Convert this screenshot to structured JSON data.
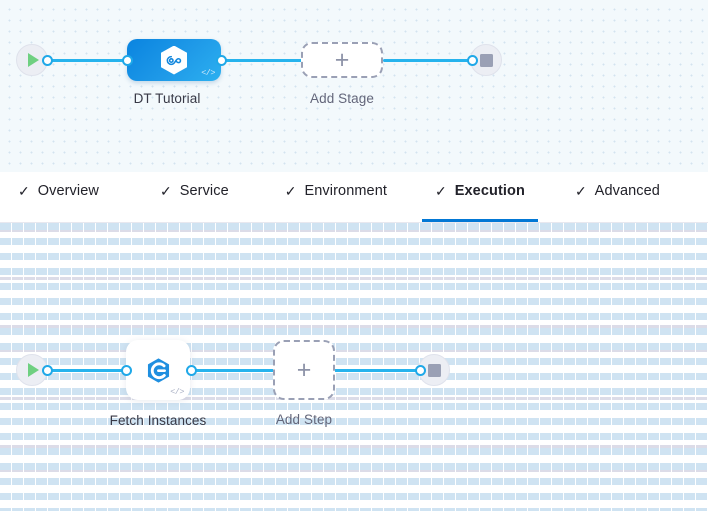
{
  "stage_canvas": {
    "name": "pipeline-stage-canvas",
    "start_node": {
      "icon": "play-icon",
      "title": "Start"
    },
    "end_node": {
      "icon": "stop-icon",
      "title": "End"
    },
    "stage": {
      "label": "DT Tutorial",
      "icon": "harness-hexagon-infinity-icon",
      "code_badge": "</>",
      "accent": "#0a84e0"
    },
    "add_stage": {
      "label": "Add Stage",
      "icon": "plus-icon"
    }
  },
  "tabs": {
    "check_glyph": "✓",
    "active_index": 3,
    "accent": "#0278d5",
    "items": [
      {
        "label": "Overview",
        "checked": true,
        "active": false
      },
      {
        "label": "Service",
        "checked": true,
        "active": false
      },
      {
        "label": "Environment",
        "checked": true,
        "active": false
      },
      {
        "label": "Execution",
        "checked": true,
        "active": true
      },
      {
        "label": "Advanced",
        "checked": true,
        "active": false
      }
    ]
  },
  "step_canvas": {
    "name": "execution-step-canvas",
    "start_node": {
      "icon": "play-icon",
      "title": "Start"
    },
    "end_node": {
      "icon": "stop-icon",
      "title": "End"
    },
    "step": {
      "label": "Fetch Instances",
      "icon": "harness-hexagon-c-icon",
      "code_badge": "</>",
      "accent": "#1f8fe0"
    },
    "add_step": {
      "label": "Add Step",
      "icon": "plus-icon"
    }
  }
}
